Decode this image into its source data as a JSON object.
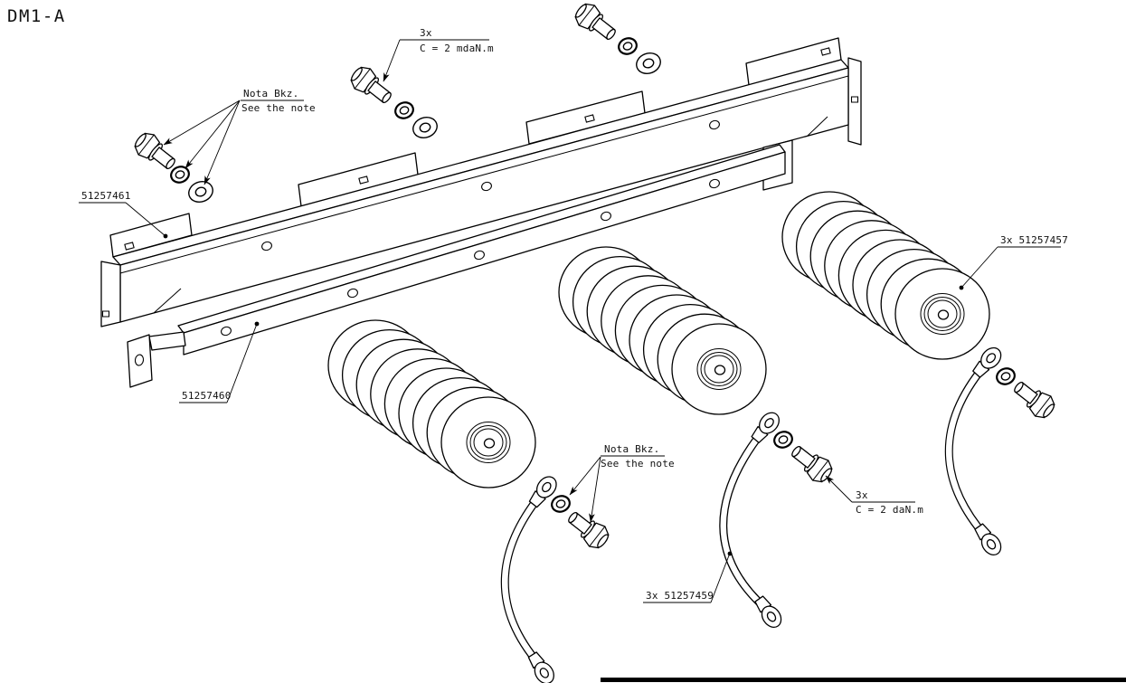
{
  "title": "DM1-A",
  "colors": {
    "ink": "#000000",
    "background": "#ffffff"
  },
  "callouts": {
    "torque_top": {
      "qty": "3x",
      "value": "C = 2 mdaN.m"
    },
    "torque_right": {
      "qty": "3x",
      "value": "C = 2 daN.m"
    },
    "note_left": {
      "title": "Nota Bkz.",
      "subtitle": "See the note"
    },
    "note_bottom": {
      "title": "Nota Bkz.",
      "subtitle": "See the note"
    },
    "part_upper_rail": "51257461",
    "part_lower_rail": "51257460",
    "part_insulator": "3x 51257457",
    "part_cable": "3x 51257459"
  }
}
